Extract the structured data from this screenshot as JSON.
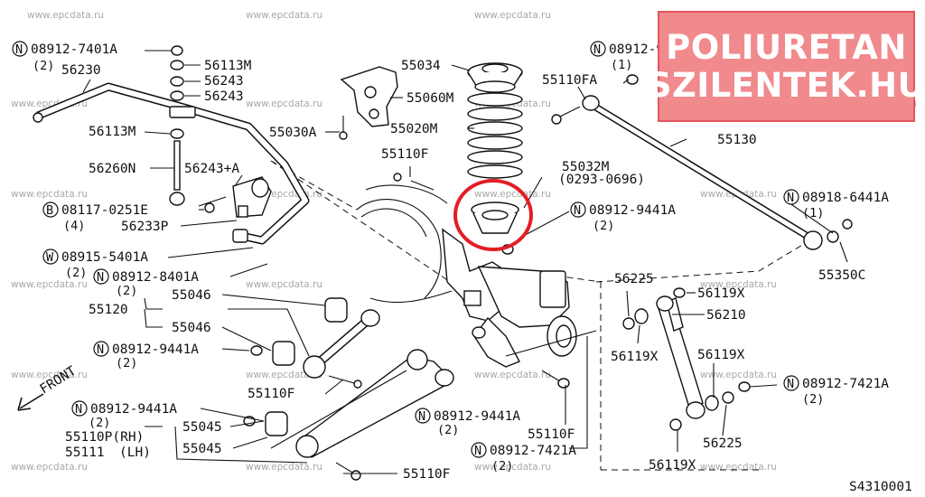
{
  "banner": {
    "line1": "POLIURETAN",
    "line2": "SZILENTEK.HU",
    "color": "#f08a8d"
  },
  "highlight_color": "#e31e24",
  "watermark": "www.epcdata.ru",
  "diagram_code": "S4310001",
  "front_label": "FRONT",
  "labels": {
    "p08912_7401A": "08912-7401A",
    "q_7401A": "(2)",
    "p56230": "56230",
    "p56113M_a": "56113M",
    "p56243_a": "56243",
    "p56243_b": "56243",
    "p56113M_b": "56113M",
    "p56260N": "56260N",
    "p56243A": "56243+A",
    "p08117_0251E": "08117-0251E",
    "q_0251E": "(4)",
    "p56233P": "56233P",
    "p08915_5401A": "08915-5401A",
    "q_5401A": "(2)",
    "p08912_8401A": "08912-8401A",
    "q_8401A": "(2)",
    "p55046_a": "55046",
    "p55120": "55120",
    "p55046_b": "55046",
    "p08912_9441A_l1": "08912-9441A",
    "q_9441A_l1": "(2)",
    "p55110F_l": "55110F",
    "p08912_9441A_l2": "08912-9441A",
    "q_9441A_l2": "(2)",
    "p55045_a": "55045",
    "p55110P": "55110P(RH)",
    "p55111": "55111",
    "lh": "(LH)",
    "p55045_b": "55045",
    "p55110F_b": "55110F",
    "p55034": "55034",
    "p55060M": "55060M",
    "p55020M": "55020M",
    "p55030A": "55030A",
    "p55110F_t": "55110F",
    "p55032M": "55032M",
    "p55032M_range": "(0293-0696)",
    "p08912_9441A_c": "08912-9441A",
    "q_9441A_c": "(2)",
    "p08912_9441A_m": "08912-9441A",
    "q_9441A_m": "(2)",
    "p55110F_m": "55110F",
    "p08912_7421A_m": "08912-7421A",
    "q_7421A_m": "(2)",
    "p55110FA": "55110FA",
    "p08912_9441A_r": "08912-9441A",
    "q_9441A_r": "(1)",
    "p55130": "55130",
    "p08918_6441A": "08918-6441A",
    "q_6441A": "(1)",
    "p55350C": "55350C",
    "p56225_t": "56225",
    "p56119X_t": "56119X",
    "p56210": "56210",
    "p56119X_m": "56119X",
    "p56119X_r": "56119X",
    "p08912_7421A_r": "08912-7421A",
    "q_7421A_r": "(2)",
    "p56225_b": "56225",
    "p56119X_b": "56119X"
  },
  "prefix": {
    "N": "N",
    "B": "B",
    "W": "W"
  }
}
